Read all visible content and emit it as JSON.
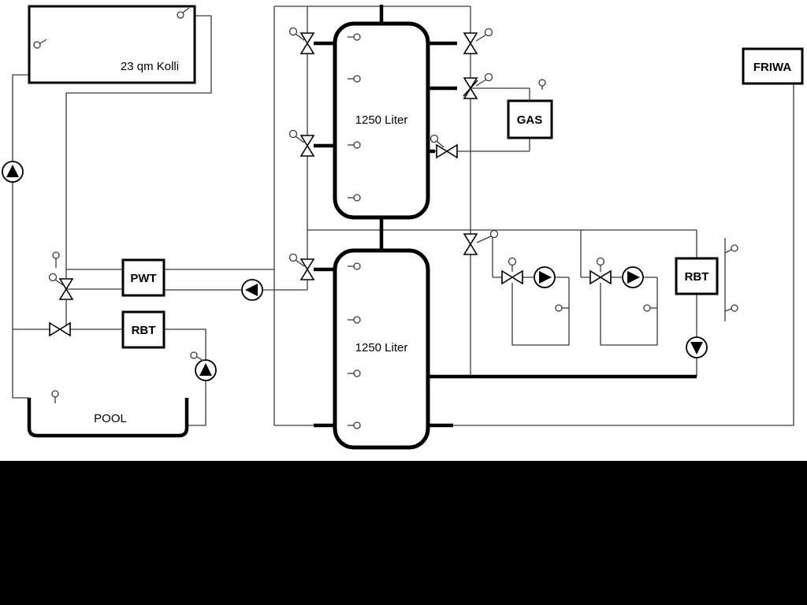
{
  "diagram": {
    "collector_label": "23 qm Kolli",
    "tank_top_label": "1250 Liter",
    "tank_bottom_label": "1250 Liter",
    "gas_label": "GAS",
    "friwa_label": "FRIWA",
    "pwt_label": "PWT",
    "rbt_left_label": "RBT",
    "rbt_right_label": "RBT",
    "pool_label": "POOL"
  },
  "colors": {
    "pipe_line": "#3a3a3a",
    "component_outline": "#000000",
    "background": "#ffffff",
    "footer_band": "#000000"
  }
}
